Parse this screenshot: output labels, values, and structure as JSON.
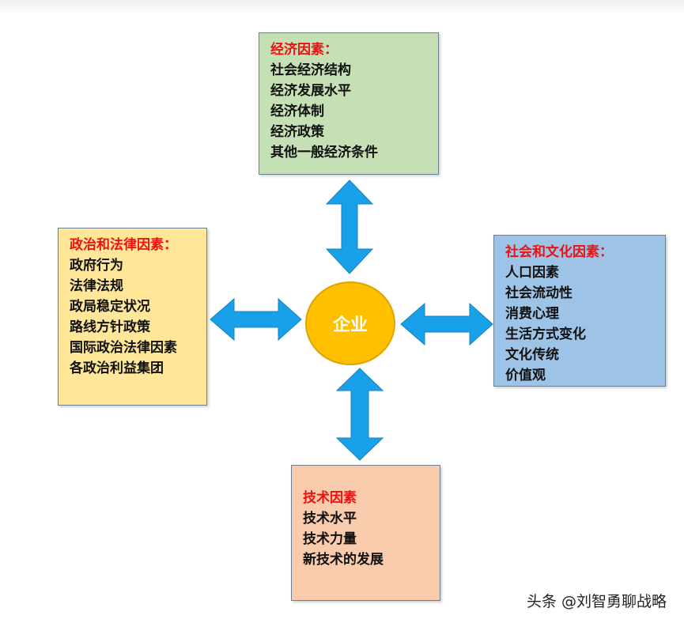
{
  "diagram": {
    "center_label": "企业",
    "boxes": {
      "economic": {
        "title": "经济因素：",
        "items": [
          "社会经济结构",
          "经济发展水平",
          "经济体制",
          "经济政策",
          "其他一般经济条件"
        ],
        "color": "#c5e0b4"
      },
      "political": {
        "title": "政治和法律因素：",
        "items": [
          "政府行为",
          "法律法规",
          "政局稳定状况",
          "路线方针政策",
          "国际政治法律因素",
          "各政治利益集团"
        ],
        "color": "#ffe699"
      },
      "social": {
        "title": "社会和文化因素：",
        "items": [
          "人口因素",
          "社会流动性",
          "消费心理",
          "生活方式变化",
          "文化传统",
          "价值观"
        ],
        "color": "#9dc3e6"
      },
      "tech": {
        "title": "技术因素",
        "items": [
          "技术水平",
          "技术力量",
          "新技术的发展"
        ],
        "color": "#f8cbad"
      }
    },
    "arrow_color": "#18a0e8",
    "title_color": "#ee1111",
    "center_color": "#ffc000"
  },
  "watermark": "头条 @刘智勇聊战略"
}
